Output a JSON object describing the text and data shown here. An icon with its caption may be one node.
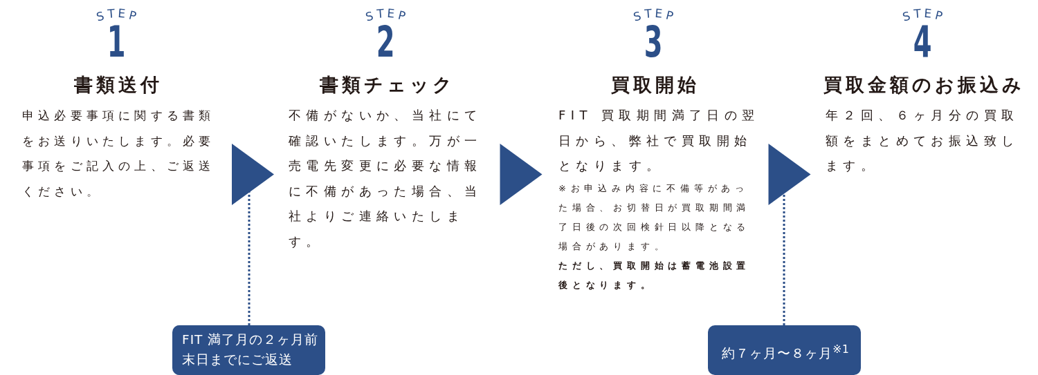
{
  "diagram": {
    "nodes": [
      {
        "text": [
          "STEP",
          "1",
          "書類送付",
          "申込必要事項に関する書類をお送りいたします。必要事項をご記入の上、ご返送ください。"
        ]
      },
      {
        "text": [
          "STEP",
          "2",
          "書類チェック",
          "不備がないか、当社にて確認いたします。万が一売電先変更に必要な情報に不備があった場合、当社よりご連絡いたします。"
        ]
      },
      {
        "text": [
          "STEP",
          "3",
          "買取開始",
          "FIT 買取期間満了日の翌日から、弊社で買取開始となります。",
          "※お申込み内容に不備等があった場合、お切替日が買取期間満了日後の次回検針日以降となる場合があります。",
          "ただし、買取開始は蓄電池設置後となります。"
        ]
      },
      {
        "text": [
          "STEP",
          "4",
          "買取金額のお振込み",
          "年２回、６ヶ月分の買取額をまとめてお振込致します。"
        ]
      },
      {
        "text": [
          "FIT 満了月の２ヶ月前末日までにご返送"
        ]
      },
      {
        "text": [
          "約７ヶ月〜８ヶ月$^{※1}$"
        ]
      }
    ],
    "edges": [
      {
        "from": 0,
        "to": 1,
        "arrow": "to"
      },
      {
        "from": 1,
        "to": 2,
        "arrow": "to"
      },
      {
        "from": 2,
        "to": 3,
        "arrow": "to"
      },
      {
        "from": 4,
        "to": null,
        "arrow": "none",
        "style": "dashed"
      },
      {
        "from": 5,
        "to": null,
        "arrow": "none",
        "style": "dashed"
      }
    ]
  }
}
